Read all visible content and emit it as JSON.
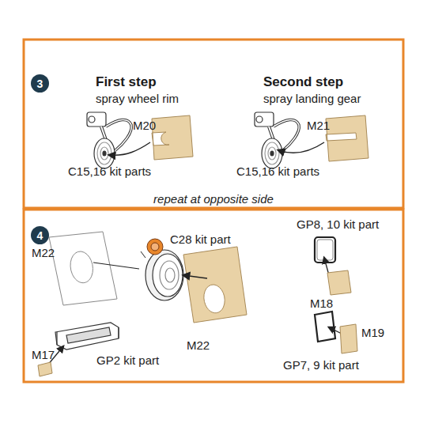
{
  "diagram": {
    "nodes": [
      {
        "text": [
          "3"
        ]
      },
      {
        "text": [
          "4"
        ]
      }
    ],
    "labels": [
      "First step",
      "spray wheel rim",
      "Second step",
      "spray landing gear",
      "M20",
      "M21",
      "C15,16 kit parts",
      "C15,16 kit parts",
      "repeat at opposite side",
      "M22",
      "C28 kit part",
      "GP8, 10 kit part",
      "M18",
      "M22",
      "M19",
      "M17",
      "GP2 kit part",
      "GP7, 9 kit part"
    ]
  }
}
